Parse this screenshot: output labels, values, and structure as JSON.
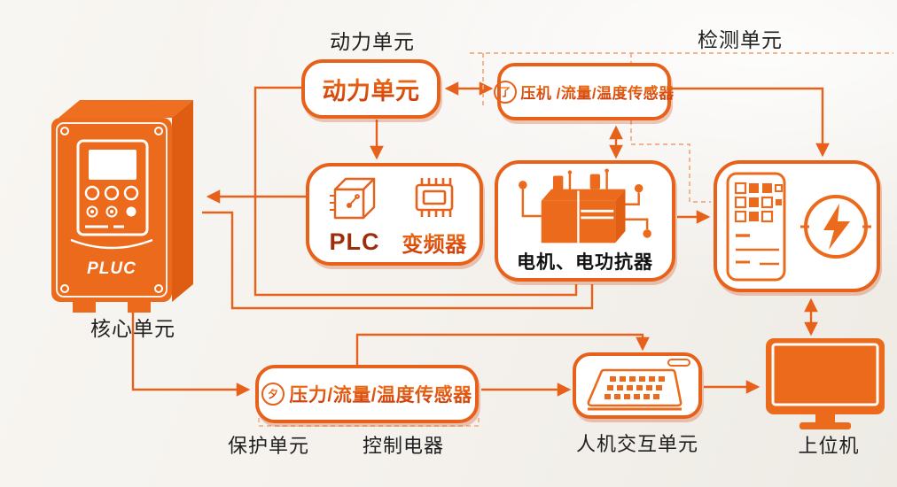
{
  "colors": {
    "accent_orange": "#e8611a",
    "dashed_orange": "#f3a97e",
    "text_black": "#1f1f1f",
    "background": "#f5f2ee"
  },
  "captions": {
    "power_unit_top": "动力单元",
    "detection_unit": "检测单元",
    "core_unit": "核心单元",
    "protection_unit": "保护单元",
    "control_device": "控制电器",
    "hmi_unit": "人机交互单元",
    "host_computer": "上位机"
  },
  "boxes": {
    "power_unit": {
      "label": "动力单元"
    },
    "detection_sensor": {
      "icon_glyph": "了",
      "label": "压机 /流量/温度传感器"
    },
    "plc": {
      "plc_label": "PLC",
      "vfd_label": "变频器"
    },
    "motor": {
      "label": "电机、电功抗器"
    },
    "protection_sensor": {
      "icon_glyph": "夕",
      "label": "压力/流量/温度传感器"
    }
  },
  "device": {
    "logo": "PLUC"
  }
}
